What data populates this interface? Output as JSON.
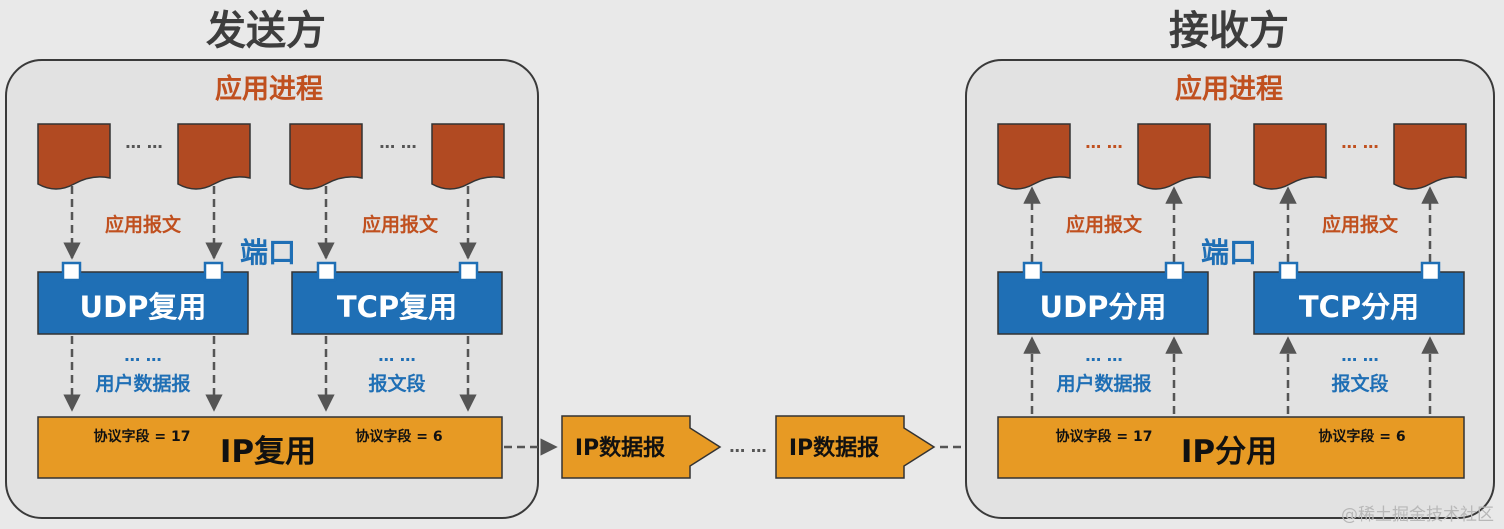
{
  "sender": {
    "title": "发送方",
    "process_title": "应用进程",
    "dots": "… …",
    "udp_msg": "应用报文",
    "tcp_msg": "应用报文",
    "port_label": "端口",
    "udp_box": "UDP复用",
    "tcp_box": "TCP复用",
    "udp_seg": "用户数据报",
    "tcp_seg": "报文段",
    "ip_box": "IP复用",
    "proto_udp": "协议字段 = 17",
    "proto_tcp": "协议字段 = 6"
  },
  "receiver": {
    "title": "接收方",
    "process_title": "应用进程",
    "dots": "… …",
    "udp_msg": "应用报文",
    "tcp_msg": "应用报文",
    "port_label": "端口",
    "udp_box": "UDP分用",
    "tcp_box": "TCP分用",
    "udp_seg": "用户数据报",
    "tcp_seg": "报文段",
    "ip_box": "IP分用",
    "proto_udp": "协议字段 = 17",
    "proto_tcp": "协议字段 = 6"
  },
  "transit": {
    "datagram1": "IP数据报",
    "datagram2": "IP数据报",
    "dots": "… …"
  },
  "watermark": "@稀土掘金技术社区",
  "colors": {
    "process": "#b14a22",
    "mux": "#1f6fb5",
    "ip": "#e79a24",
    "panel": "#e2e2e2"
  }
}
